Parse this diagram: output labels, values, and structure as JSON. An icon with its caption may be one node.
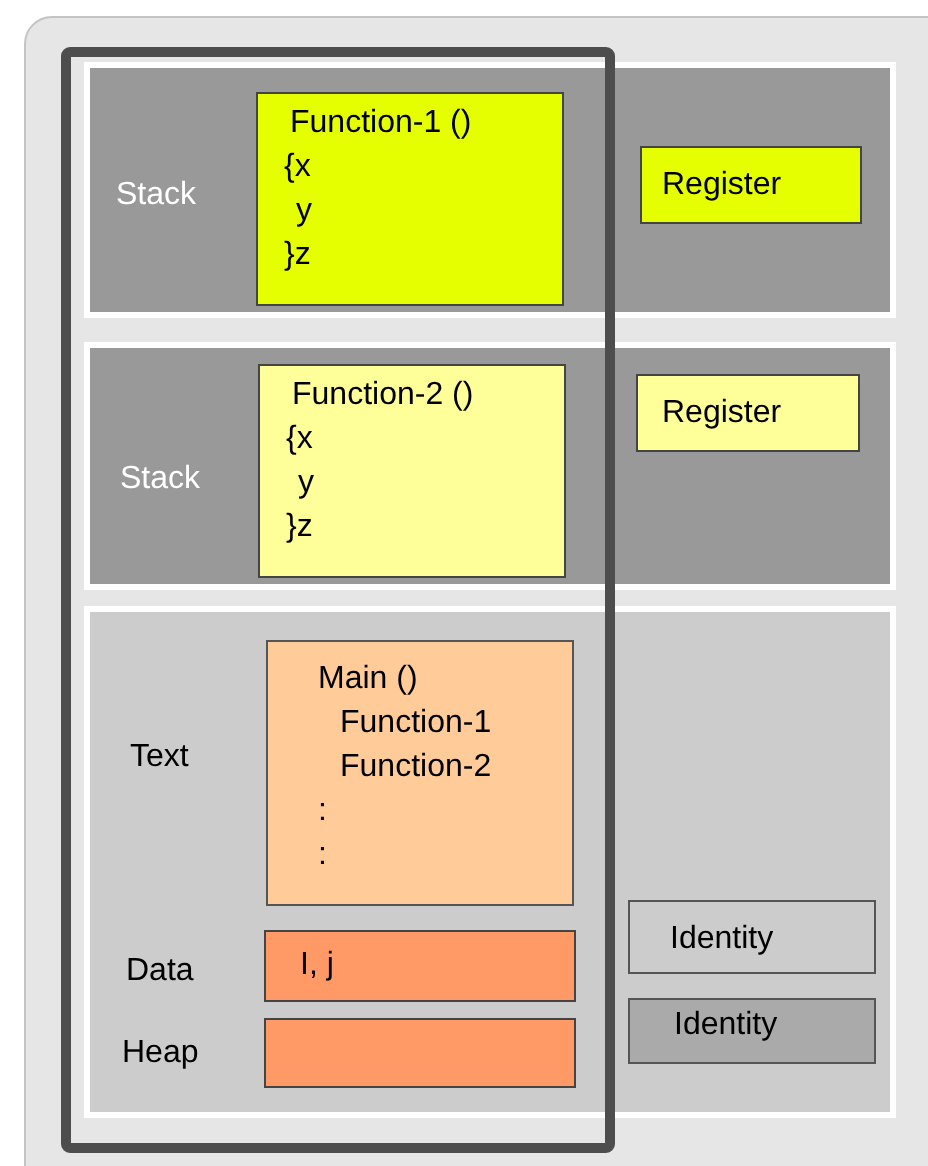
{
  "diagram": {
    "nodes": [
      {
        "text": [
          "Stack"
        ]
      },
      {
        "text": [
          "Function-1 ()",
          "{x",
          "y",
          "}z"
        ],
        "in": 0
      },
      {
        "text": [
          "Register"
        ],
        "in": 0
      },
      {
        "text": [
          "Stack"
        ]
      },
      {
        "text": [
          "Function-2 ()",
          "{x",
          "y",
          "}z"
        ],
        "in": 3
      },
      {
        "text": [
          "Register"
        ],
        "in": 3
      },
      {
        "text": [],
        "shape": "box"
      },
      {
        "text": [
          "Main ()",
          "Function-1",
          "Function-2",
          ":",
          ":"
        ],
        "in": 6,
        "beside": [
          "Text"
        ]
      },
      {
        "text": [
          "I, j"
        ],
        "in": 6,
        "beside": [
          "Data"
        ]
      },
      {
        "text": [],
        "shape": "box",
        "in": 6,
        "beside": [
          "Heap"
        ]
      },
      {
        "text": [
          "Identity"
        ],
        "in": 6
      },
      {
        "text": [
          "Identity"
        ],
        "in": 6
      }
    ]
  }
}
